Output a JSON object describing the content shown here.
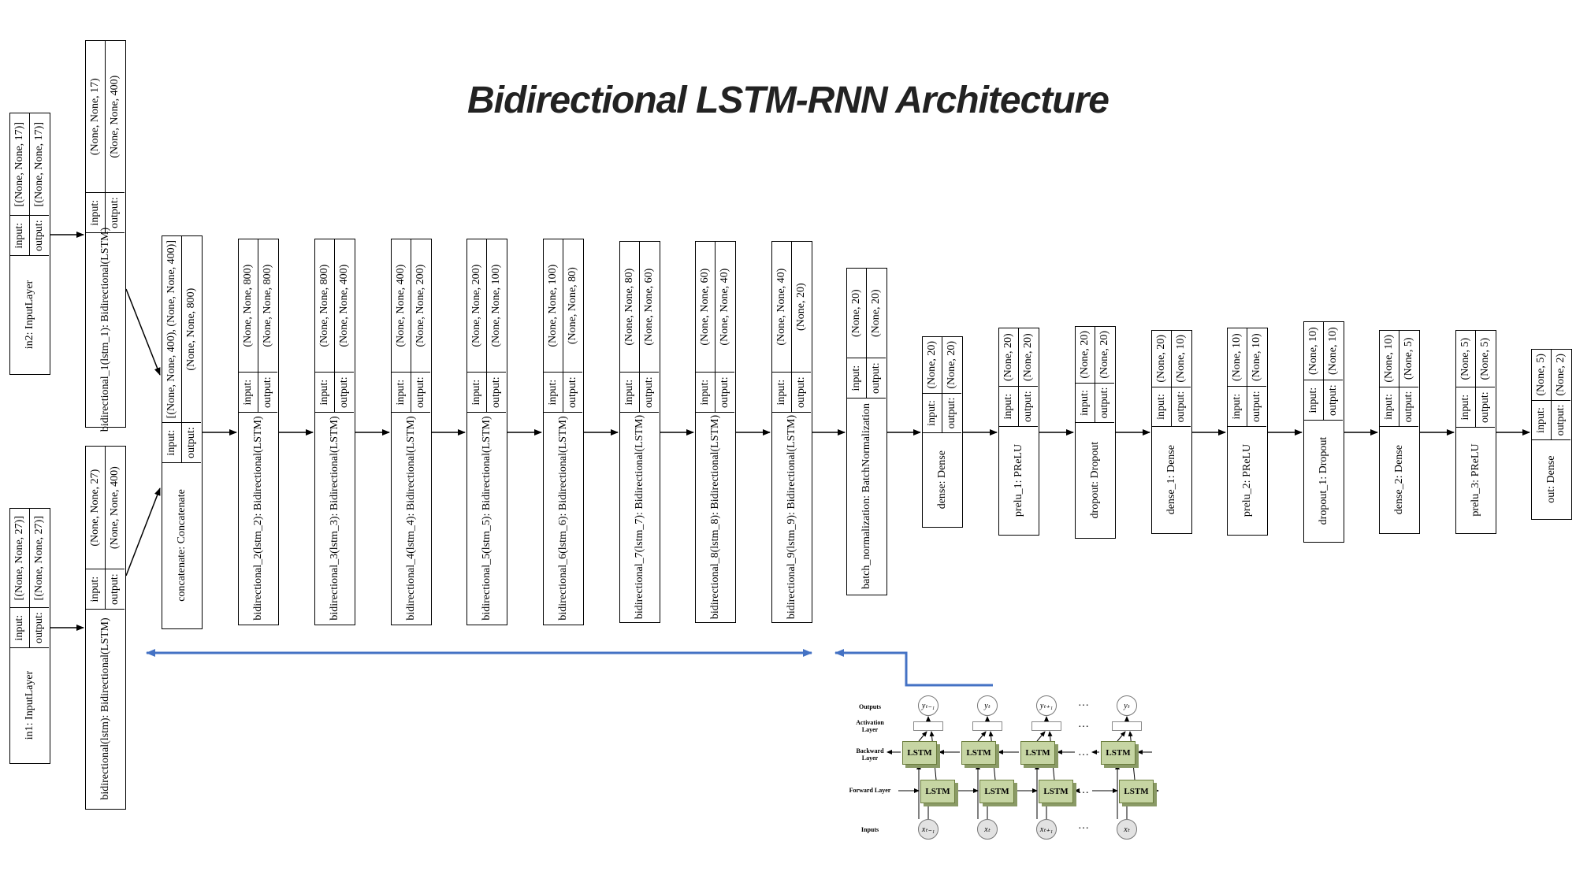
{
  "title": "Bidirectional LSTM-RNN Architecture",
  "io_labels": {
    "input": "input:",
    "output": "output:"
  },
  "layers": [
    {
      "name": "in2: InputLayer",
      "input": "[(None, None, 17)]",
      "output": "[(None, None, 17)]"
    },
    {
      "name": "in1: InputLayer",
      "input": "[(None, None, 27)]",
      "output": "[(None, None, 27)]"
    },
    {
      "name": "bidirectional_1(lstm_1): Bidirectional(LSTM)",
      "input": "(None, None, 17)",
      "output": "(None, None, 400)"
    },
    {
      "name": "bidirectional(lstm): Bidirectional(LSTM)",
      "input": "(None, None, 27)",
      "output": "(None, None, 400)"
    },
    {
      "name": "concatenate: Concatenate",
      "input": "[(None, None, 400), (None, None, 400)]",
      "output": "(None, None, 800)"
    },
    {
      "name": "bidirectional_2(lstm_2): Bidirectional(LSTM)",
      "input": "(None, None, 800)",
      "output": "(None, None, 800)"
    },
    {
      "name": "bidirectional_3(lstm_3): Bidirectional(LSTM)",
      "input": "(None, None, 800)",
      "output": "(None, None, 400)"
    },
    {
      "name": "bidirectional_4(lstm_4): Bidirectional(LSTM)",
      "input": "(None, None, 400)",
      "output": "(None, None, 200)"
    },
    {
      "name": "bidirectional_5(lstm_5): Bidirectional(LSTM)",
      "input": "(None, None, 200)",
      "output": "(None, None, 100)"
    },
    {
      "name": "bidirectional_6(lstm_6): Bidirectional(LSTM)",
      "input": "(None, None, 100)",
      "output": "(None, None, 80)"
    },
    {
      "name": "bidirectional_7(lstm_7): Bidirectional(LSTM)",
      "input": "(None, None, 80)",
      "output": "(None, None, 60)"
    },
    {
      "name": "bidirectional_8(lstm_8): Bidirectional(LSTM)",
      "input": "(None, None, 60)",
      "output": "(None, None, 40)"
    },
    {
      "name": "bidirectional_9(lstm_9): Bidirectional(LSTM)",
      "input": "(None, None, 40)",
      "output": "(None, 20)"
    },
    {
      "name": "batch_normalization: BatchNormalization",
      "input": "(None, 20)",
      "output": "(None, 20)"
    },
    {
      "name": "dense: Dense",
      "input": "(None, 20)",
      "output": "(None, 20)"
    },
    {
      "name": "prelu_1: PReLU",
      "input": "(None, 20)",
      "output": "(None, 20)"
    },
    {
      "name": "dropout: Dropout",
      "input": "(None, 20)",
      "output": "(None, 20)"
    },
    {
      "name": "dense_1: Dense",
      "input": "(None, 20)",
      "output": "(None, 10)"
    },
    {
      "name": "prelu_2: PReLU",
      "input": "(None, 10)",
      "output": "(None, 10)"
    },
    {
      "name": "dropout_1: Dropout",
      "input": "(None, 10)",
      "output": "(None, 10)"
    },
    {
      "name": "dense_2: Dense",
      "input": "(None, 10)",
      "output": "(None, 5)"
    },
    {
      "name": "prelu_3: PReLU",
      "input": "(None, 5)",
      "output": "(None, 5)"
    },
    {
      "name": "out: Dense",
      "input": "(None, 5)",
      "output": "(None, 2)"
    }
  ],
  "inset": {
    "row_labels": {
      "outputs": "Outputs",
      "activation": "Activation Layer",
      "backward": "Backward Layer",
      "forward": "Forward Layer",
      "inputs": "Inputs"
    },
    "cell_label": "LSTM",
    "outputs": [
      "yₜ₋₁",
      "yₜ",
      "yₜ₊₁",
      "yₜ"
    ],
    "inputs": [
      "xₜ₋₁",
      "xₜ",
      "xₜ₊₁",
      "xₜ"
    ],
    "ellipsis": "…"
  },
  "colors": {
    "bracket_arrow": "#4472c4",
    "lstm_cell": "#c6d5a3"
  }
}
